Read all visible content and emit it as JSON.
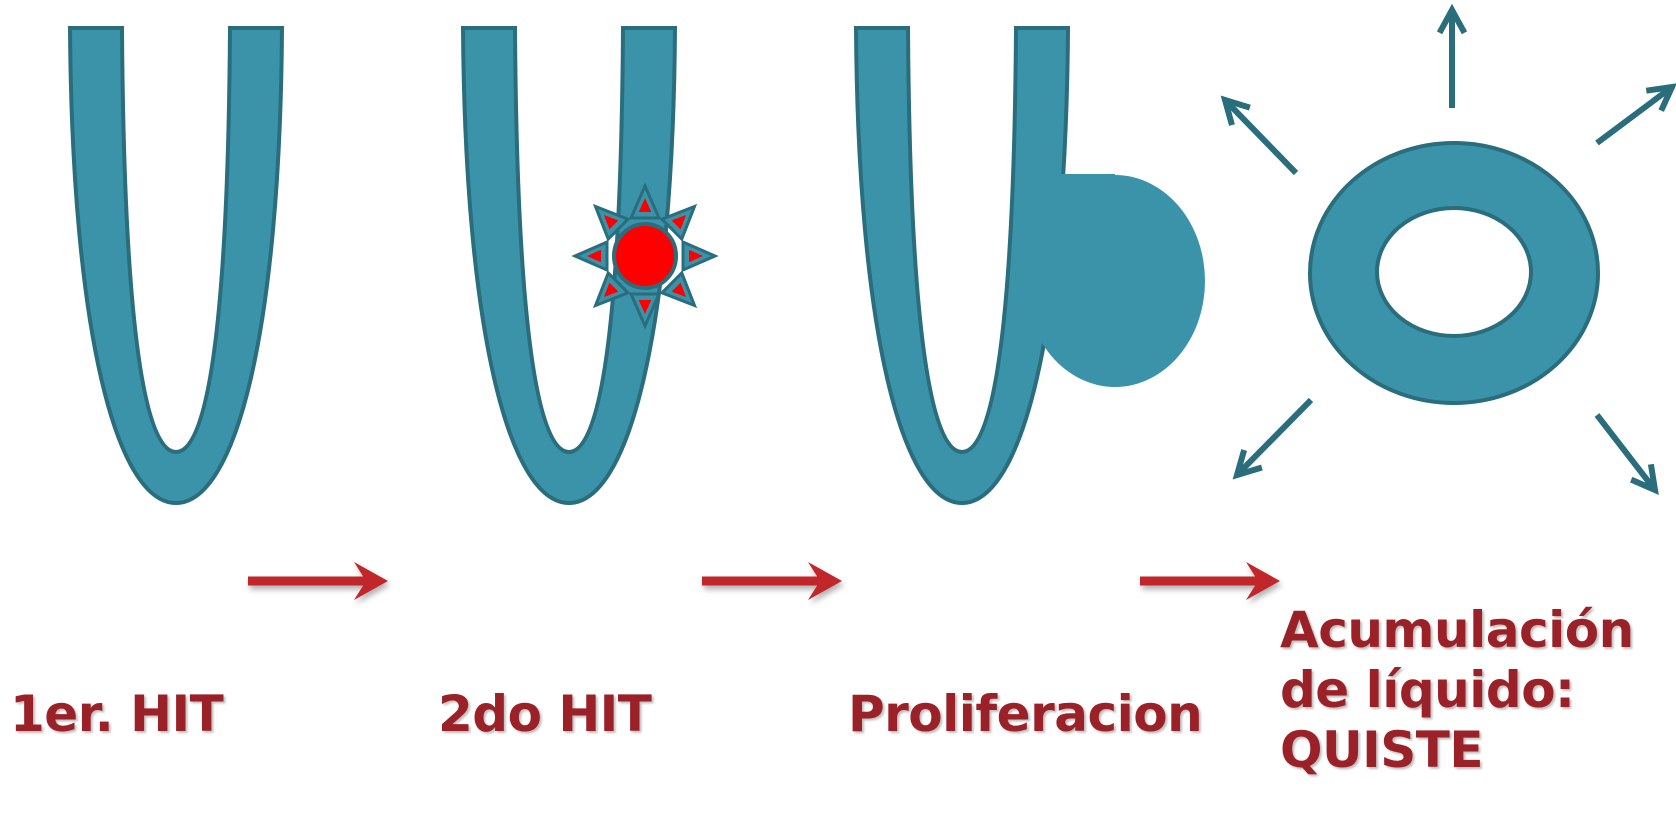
{
  "colors": {
    "tissue": "#3b93aa",
    "outline": "#2a6d7c",
    "lesion": "#ff0000",
    "arrow": "#c0282b",
    "text": "#9b2128"
  },
  "steps": [
    {
      "label": "1er. HIT"
    },
    {
      "label": "2do HIT"
    },
    {
      "label": "Proliferacion"
    },
    {
      "label_lines": [
        "Acumulación",
        "de líquido:",
        "QUISTE"
      ]
    }
  ]
}
